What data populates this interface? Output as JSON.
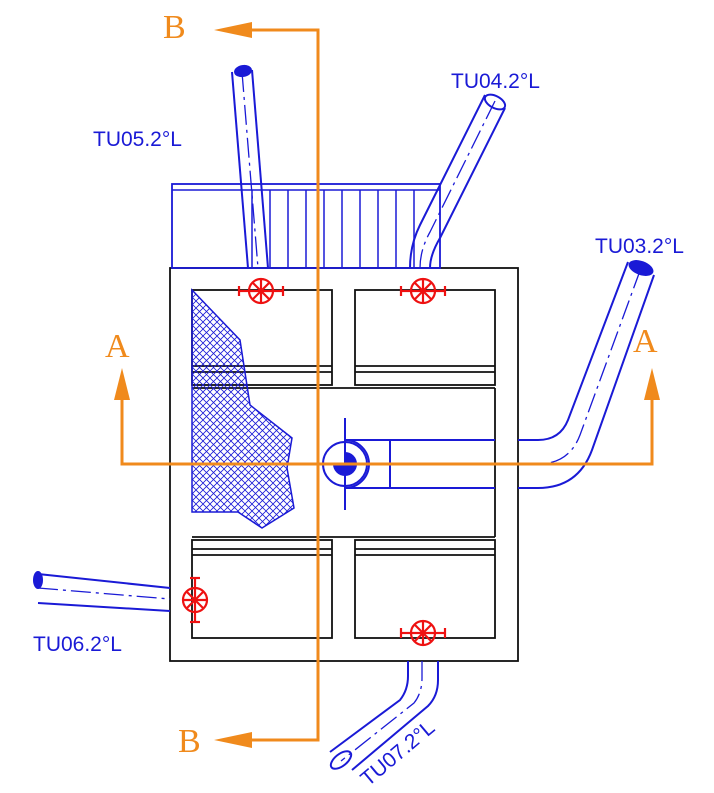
{
  "labels": {
    "tu05": "TU05.2°L",
    "tu04": "TU04.2°L",
    "tu03": "TU03.2°L",
    "tu06": "TU06.2°L",
    "tu07": "TU07.2°L"
  },
  "section_marks": {
    "a_left": "A",
    "a_right": "A",
    "b_top": "B",
    "b_bottom": "B"
  },
  "colors": {
    "pipe": "#1a1ad6",
    "section_line": "#f08a1c",
    "valve": "#ee1111",
    "outline": "#111111"
  }
}
